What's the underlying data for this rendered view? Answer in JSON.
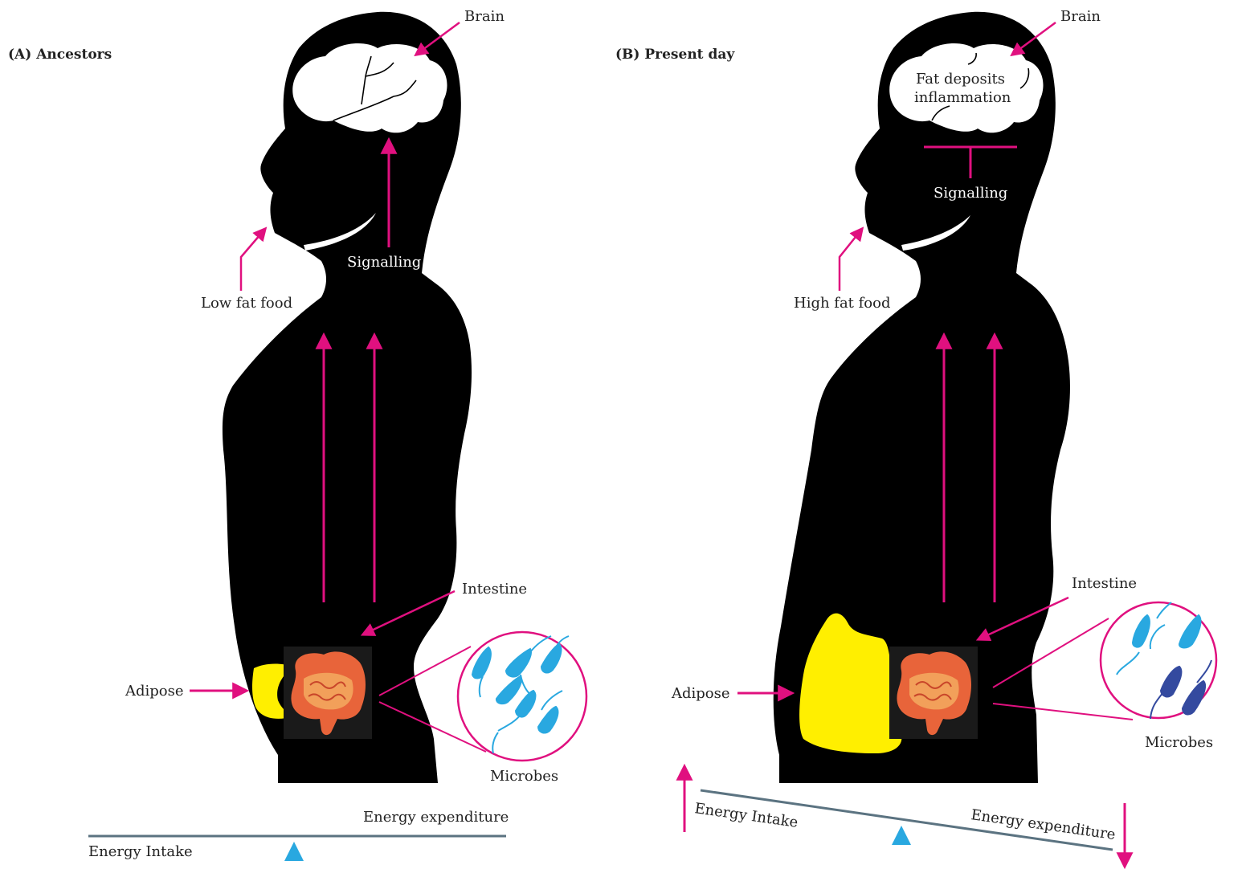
{
  "colors": {
    "arrow": "#e0107f",
    "silhouette": "#000000",
    "adipose": "#ffef00",
    "microbe_light": "#29a8e0",
    "microbe_dark": "#344a9f",
    "balance_beam": "#5b7381",
    "fulcrum": "#29a8e0"
  },
  "panel_a": {
    "title": "(A) Ancestors",
    "brain": "Brain",
    "signalling": "Signalling",
    "food": "Low fat food",
    "intestine": "Intestine",
    "adipose": "Adipose",
    "microbes": "Microbes",
    "energy_expenditure": "Energy expenditure",
    "energy_intake": "Energy Intake"
  },
  "panel_b": {
    "title": "(B) Present day",
    "brain": "Brain",
    "fat_deposits": "Fat deposits",
    "inflammation": "inflammation",
    "signalling": "Signalling",
    "food": "High fat food",
    "intestine": "Intestine",
    "adipose": "Adipose",
    "microbes": "Microbes",
    "energy_intake": "Energy Intake",
    "energy_expenditure": "Energy expenditure"
  }
}
